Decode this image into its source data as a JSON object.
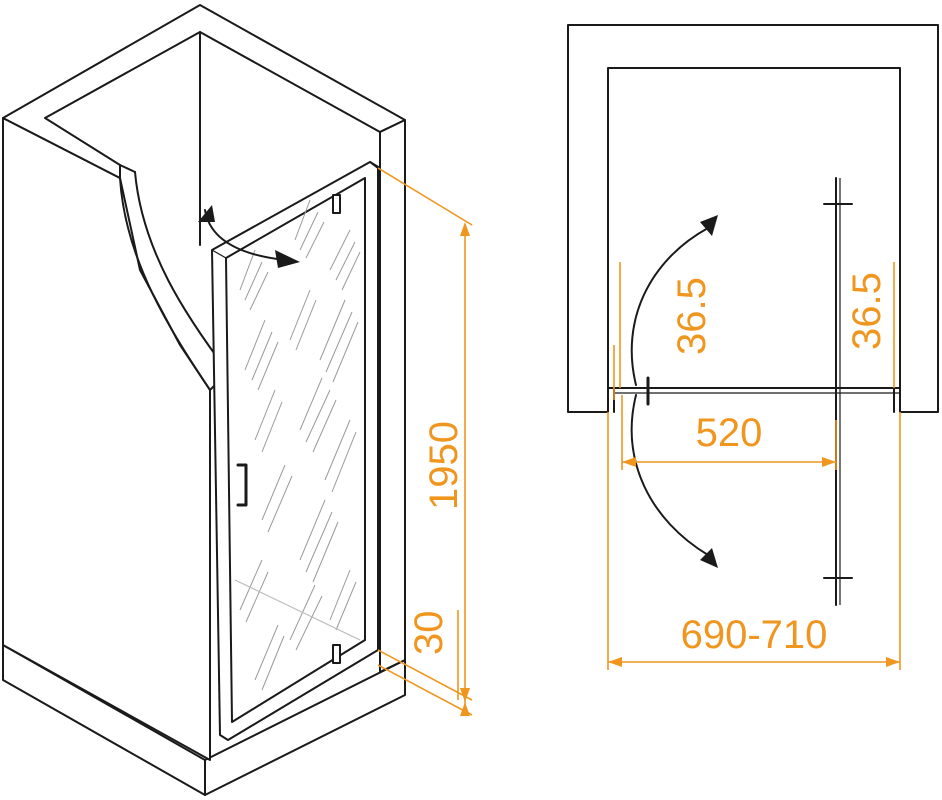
{
  "dimensions": {
    "height_total": "1950",
    "height_base": "30",
    "opening_angle_left": "36.5",
    "opening_angle_right": "36.5",
    "door_width": "520",
    "installation_width": "690-710"
  },
  "colors": {
    "dimension": "#f0961e",
    "outline": "#1a1a1a",
    "glass_pattern": "#9a9a9a"
  }
}
